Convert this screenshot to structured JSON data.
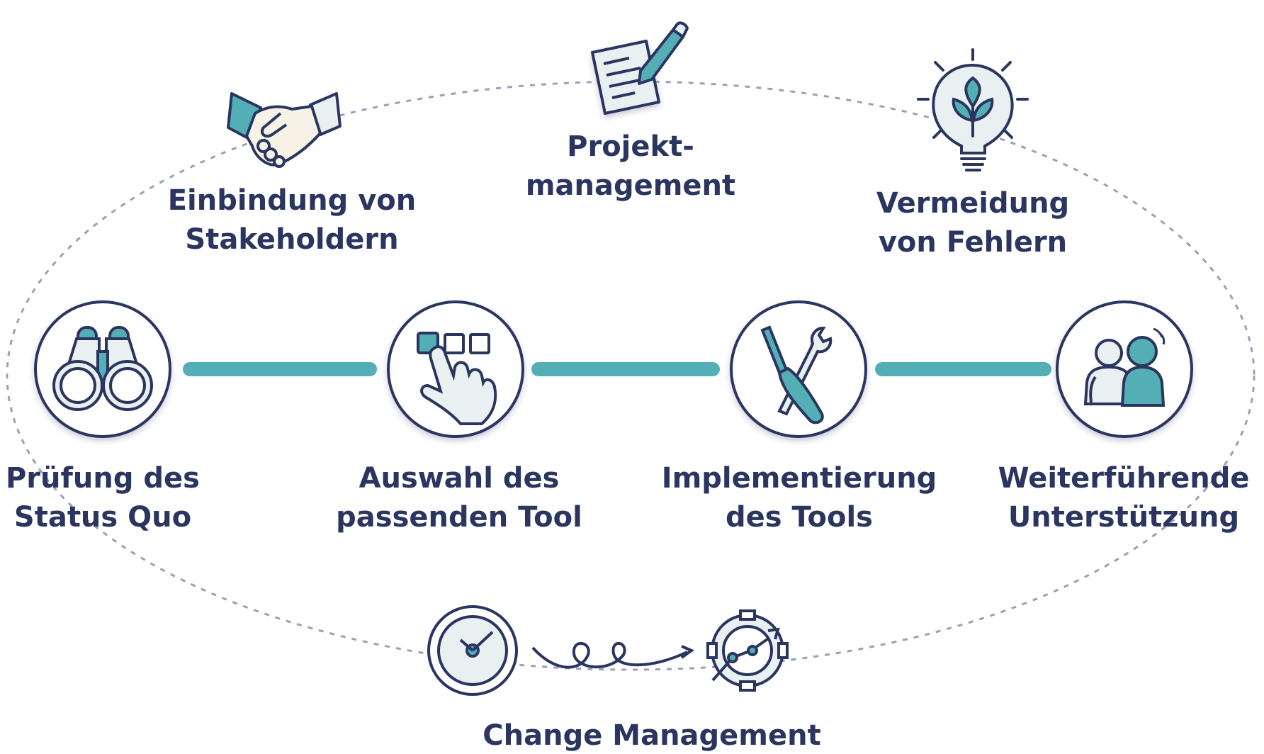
{
  "colors": {
    "navy": "#2a3560",
    "teal": "#54aeb6",
    "teal_dark": "#3f97a1",
    "light_fill": "#e9f0f1",
    "dashed_ring": "#9aa0b8"
  },
  "process_steps": [
    {
      "icon": "binoculars-icon",
      "line1": "Prüfung des",
      "line2": "Status Quo"
    },
    {
      "icon": "hand-select-icon",
      "line1": "Auswahl des",
      "line2": "passenden Tool"
    },
    {
      "icon": "tools-icon",
      "line1": "Implementierung",
      "line2": "des Tools"
    },
    {
      "icon": "people-support-icon",
      "line1": "Weiterführende",
      "line2": "Unterstützung"
    }
  ],
  "aspects": {
    "stakeholders": {
      "icon": "handshake-icon",
      "line1": "Einbindung von",
      "line2": "Stakeholdern"
    },
    "project_management": {
      "icon": "document-pen-icon",
      "line1": "Projekt-",
      "line2": "management"
    },
    "error_avoidance": {
      "icon": "lightbulb-icon",
      "line1": "Vermeidung",
      "line2": "von Fehlern"
    },
    "change_management": {
      "icon": "clock-gear-icon",
      "label": "Change Management"
    }
  }
}
